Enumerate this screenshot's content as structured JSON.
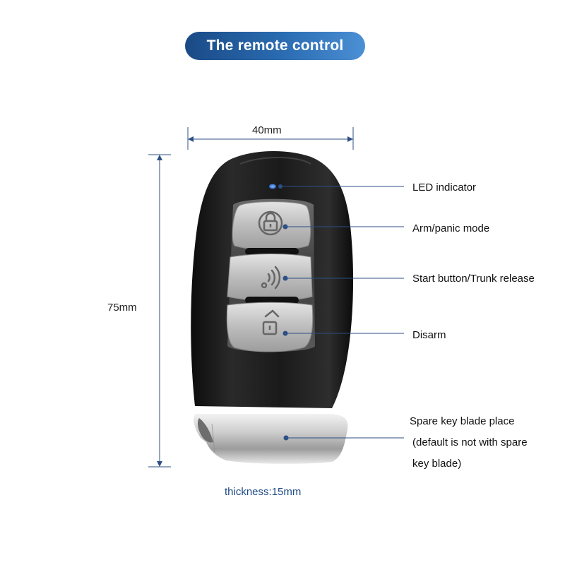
{
  "title": "The remote control",
  "dimensions": {
    "width_label": "40mm",
    "height_label": "75mm",
    "thickness_label": "thickness:15mm"
  },
  "callouts": [
    {
      "id": "led",
      "label": "LED indicator"
    },
    {
      "id": "arm",
      "label": "Arm/panic mode"
    },
    {
      "id": "start",
      "label": "Start button/Trunk release"
    },
    {
      "id": "disarm",
      "label": "Disarm"
    },
    {
      "id": "blade",
      "label_lines": [
        "Spare key blade place",
        "(default is not with spare",
        "key blade)"
      ]
    }
  ],
  "colors": {
    "accent": "#2b6cb2",
    "dimension_line": "#2c4f86",
    "led": "#3a7bd5",
    "fob_body": "#1b1b1b",
    "button_silver": "#bdbdbd"
  },
  "icons": [
    "lock-icon",
    "remote-start-icon",
    "unlock-icon"
  ]
}
